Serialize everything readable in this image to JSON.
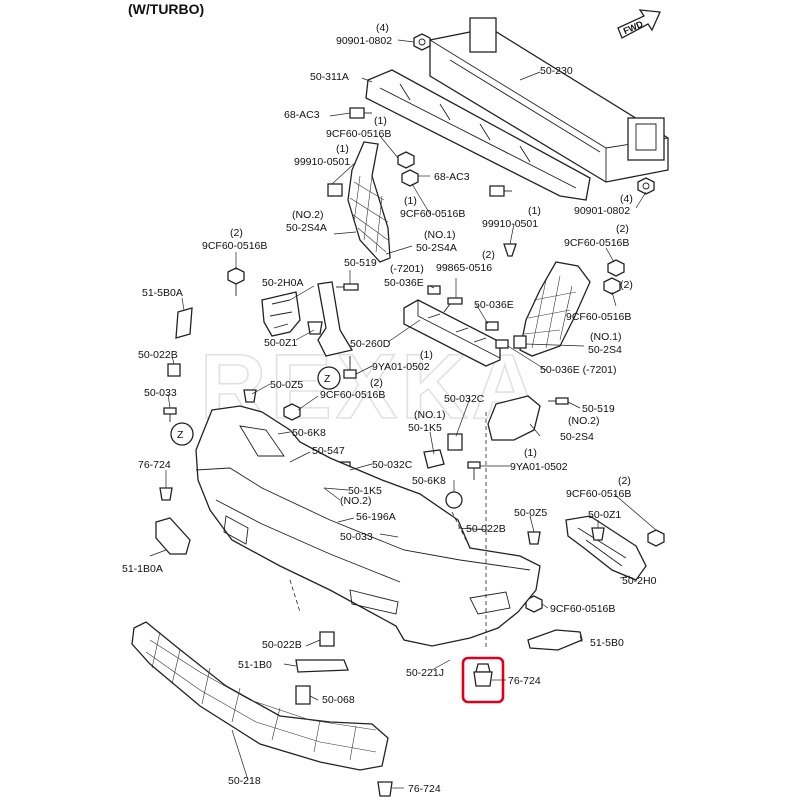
{
  "header": {
    "variant": "(W/TURBO)",
    "direction_arrow": "FWD"
  },
  "watermark": "REXKA",
  "callout_letter": "Z",
  "highlight_color": "#e0001b",
  "labels": {
    "qty_4_top": "(4)",
    "p_90901_0802_top": "90901-0802",
    "p_50_230": "50-230",
    "p_50_311A": "50-311A",
    "p_68_AC3_left": "68-AC3",
    "qty_1_a": "(1)",
    "p_9CF60_0516B_a": "9CF60-0516B",
    "qty_1_b": "(1)",
    "p_99910_0501_a": "99910-0501",
    "p_68_AC3_right": "68-AC3",
    "qty_4_right": "(4)",
    "p_90901_0802_right": "90901-0802",
    "qty_1_c": "(1)",
    "p_9CF60_0516B_b": "9CF60-0516B",
    "no2_a": "(NO.2)",
    "p_50_2S4A_a": "50-2S4A",
    "no1_a": "(NO.1)",
    "p_50_2S4A_b": "50-2S4A",
    "qty_1_d": "(1)",
    "p_99910_0501_b": "99910-0501",
    "qty_2_a": "(2)",
    "p_9CF60_0516B_c": "9CF60-0516B",
    "qty_2_b": "(2)",
    "p_9CF60_0516B_d": "9CF60-0516B",
    "p_50_2H0A": "50-2H0A",
    "p_50_519_a": "50-519",
    "qty_7201_a": "(-7201)",
    "p_50_036E_a": "50-036E",
    "qty_2_c": "(2)",
    "p_99865_0516": "99865-0516",
    "qty_2_d": "(2)",
    "p_9CF60_0516B_e": "9CF60-0516B",
    "p_51_5B0A": "51-5B0A",
    "p_50_036E_b": "50-036E",
    "no1_b": "(NO.1)",
    "p_50_2S4_a": "50-2S4",
    "p_50_0Z1_a": "50-0Z1",
    "p_50_260D": "50-260D",
    "p_50_022B_a": "50-022B",
    "qty_1_e": "(1)",
    "p_9YA01_0502_a": "9YA01-0502",
    "p_50_036E_c": "50-036E (-7201)",
    "p_50_0Z5_a": "50-0Z5",
    "p_50_033_a": "50-033",
    "qty_2_e": "(2)",
    "p_9CF60_0516B_f": "9CF60-0516B",
    "p_50_032C_a": "50-032C",
    "p_50_519_b": "50-519",
    "no1_c": "(NO.1)",
    "p_50_1K5_a": "50-1K5",
    "no2_b": "(NO.2)",
    "p_50_2S4_b": "50-2S4",
    "p_50_6K8_a": "50-6K8",
    "p_50_547": "50-547",
    "qty_1_f": "(1)",
    "p_9YA01_0502_b": "9YA01-0502",
    "p_76_724_a": "76-724",
    "p_50_032C_b": "50-032C",
    "p_50_6K8_b": "50-6K8",
    "p_50_1K5_b": "50-1K5",
    "no2_c": "(NO.2)",
    "qty_2_f": "(2)",
    "p_9CF60_0516B_g": "9CF60-0516B",
    "p_56_196A": "56-196A",
    "p_50_0Z5_b": "50-0Z5",
    "p_50_0Z1_b": "50-0Z1",
    "p_50_033_b": "50-033",
    "p_50_022B_b": "50-022B",
    "p_51_1B0A": "51-1B0A",
    "p_50_2H0": "50-2H0",
    "p_9CF60_0516B_h": "9CF60-0516B",
    "p_50_022B_c": "50-022B",
    "p_51_5B0": "51-5B0",
    "p_51_1B0": "51-1B0",
    "p_50_221J": "50-221J",
    "p_76_724_b": "76-724",
    "p_50_068": "50-068",
    "p_50_218": "50-218",
    "p_76_724_c": "76-724"
  }
}
